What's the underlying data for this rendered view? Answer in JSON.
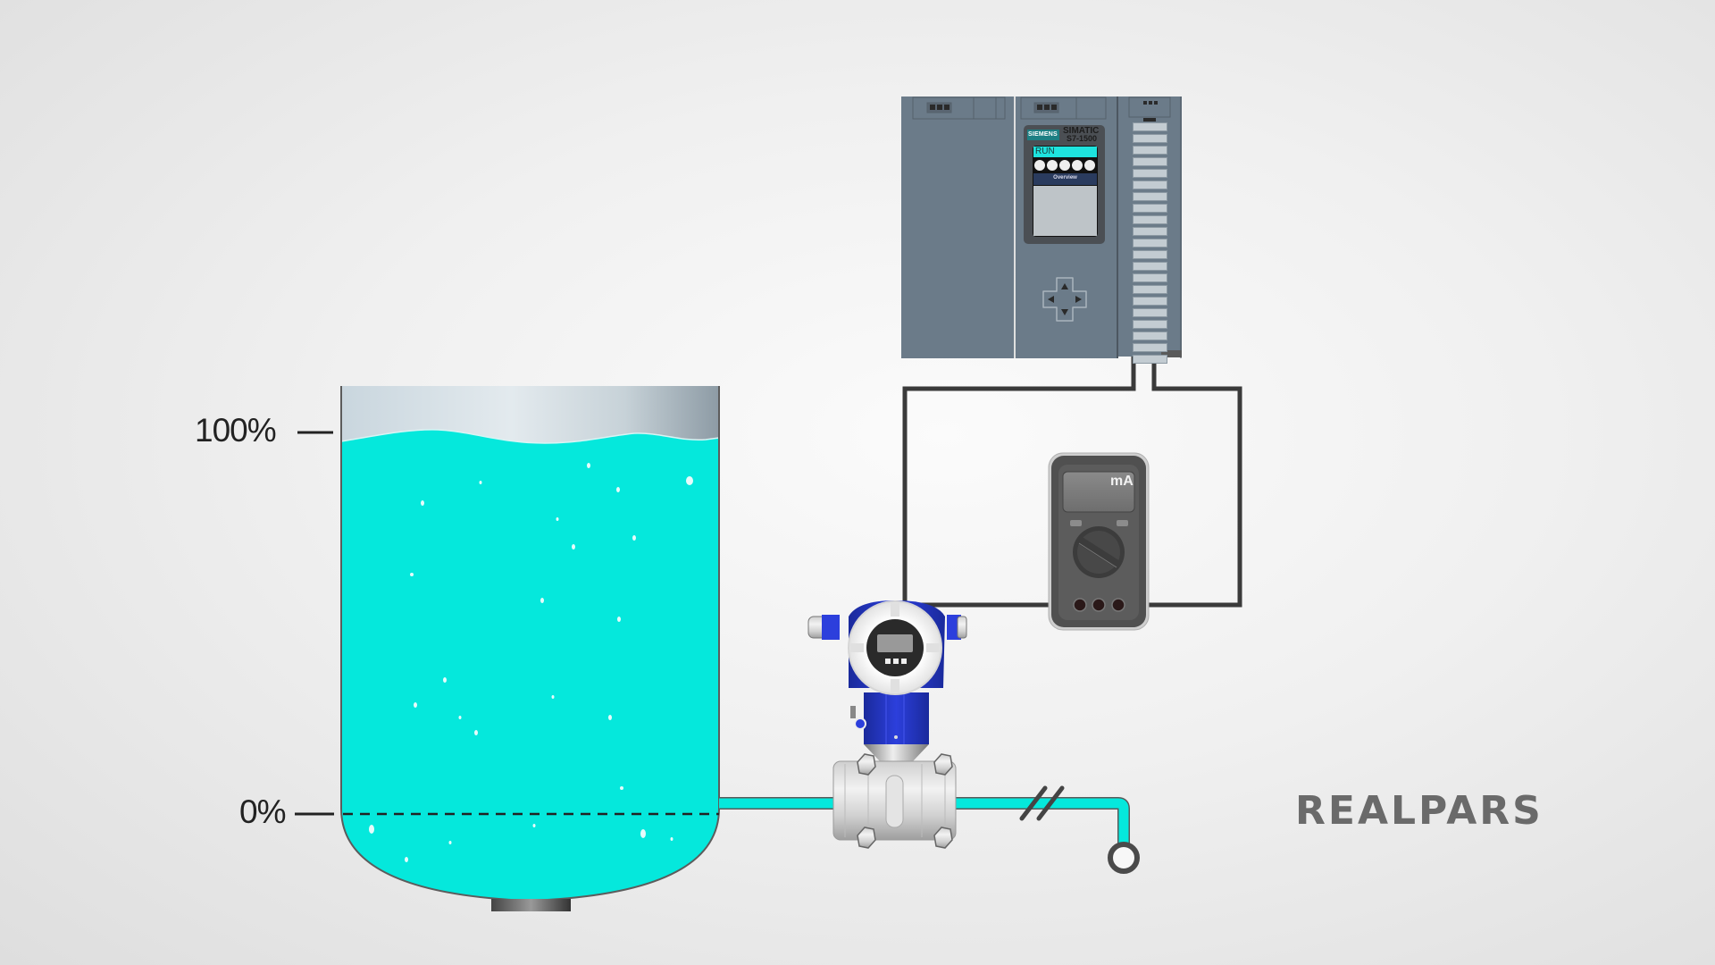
{
  "diagram": {
    "title": "Flowmeter loop with tank, PLC and milliamp meter",
    "colors": {
      "background": "#efefef",
      "water": "#05e8dc",
      "plc_body": "#6b7b89",
      "wire": "#3a3a3a",
      "transmitter_blue": "#2233c0",
      "meter_body": "#555555",
      "logo": "#6a6a6a"
    }
  },
  "tank": {
    "level_high_label": "100%",
    "level_low_label": "0%"
  },
  "plc": {
    "brand": "SIEMENS",
    "model_line1": "SIMATIC",
    "model_line2": "S7-1500",
    "status": "RUN",
    "menu_title": "Overview",
    "status_icons": [
      "info-icon",
      "diagnostics-icon",
      "wrench-icon",
      "module-icon",
      "display-icon"
    ],
    "nav_buttons": [
      "up",
      "left",
      "right",
      "down"
    ]
  },
  "multimeter": {
    "unit": "mA"
  },
  "flowmeter": {
    "display_buttons": 3
  },
  "logo": {
    "text": "REALPARS"
  }
}
